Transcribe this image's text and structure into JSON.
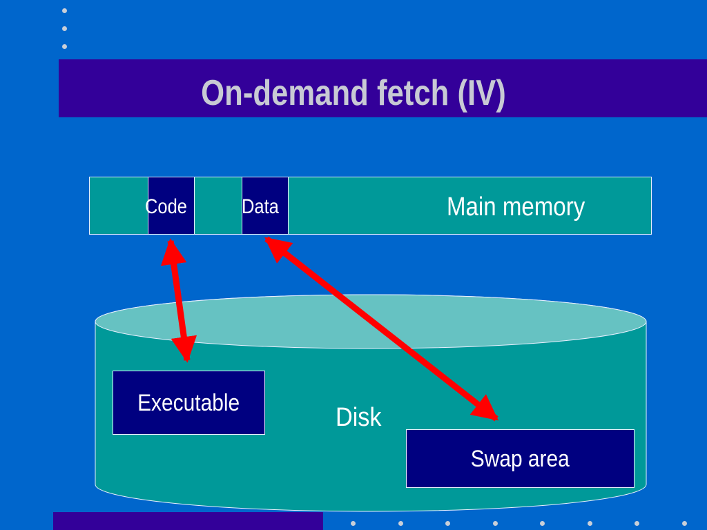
{
  "title": "On-demand fetch (IV)",
  "memory": {
    "label": "Main memory",
    "blocks": [
      {
        "label": "Code"
      },
      {
        "label": "Data"
      }
    ]
  },
  "disk": {
    "label": "Disk",
    "regions": [
      {
        "label": "Executable"
      },
      {
        "label": "Swap area"
      }
    ]
  },
  "arrows": [
    {
      "from": "Code",
      "to": "Executable",
      "direction": "both"
    },
    {
      "from": "Data",
      "to": "Swap area",
      "direction": "both"
    }
  ],
  "colors": {
    "background": "#0066cc",
    "title_bar": "#330099",
    "title_text": "#c8cad4",
    "memory_fill": "#009999",
    "block_fill": "#000080",
    "disk_body": "#009999",
    "disk_top": "#66c2c2",
    "arrow": "#ff0000",
    "dots": "#c8cfd8"
  }
}
